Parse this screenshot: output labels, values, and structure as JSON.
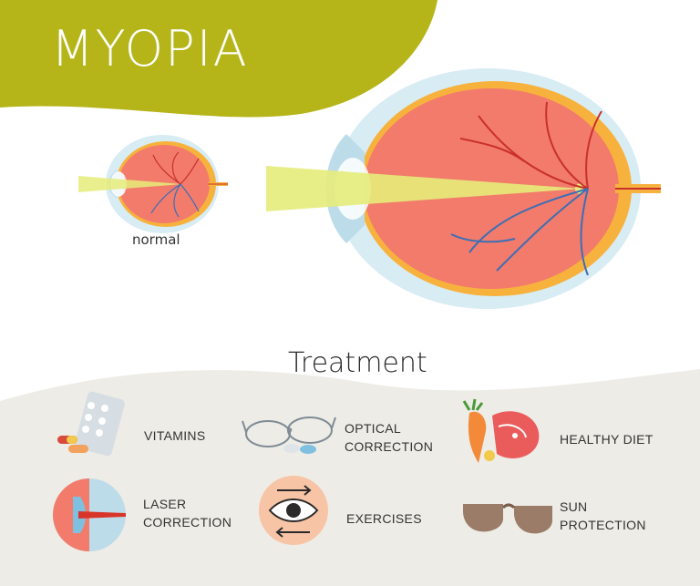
{
  "header": {
    "title": "MYOPIA"
  },
  "diagram": {
    "normal_label": "normal"
  },
  "treatment": {
    "title": "Treatment",
    "items": [
      {
        "line1": "VITAMINS",
        "line2": ""
      },
      {
        "line1": "OPTICAL",
        "line2": "CORRECTION"
      },
      {
        "line1": "HEALTHY DIET",
        "line2": ""
      },
      {
        "line1": "LASER",
        "line2": "CORRECTION"
      },
      {
        "line1": "EXERCISES",
        "line2": ""
      },
      {
        "line1": "SUN",
        "line2": "PROTECTION"
      }
    ]
  },
  "colors": {
    "banner": "#b5b51a",
    "eye_inner": "#f27b6b",
    "eye_sclera": "#f7b23e",
    "vein_blue": "#3b6fb6",
    "vein_red": "#c9302c",
    "light_beam": "#e6ec7a",
    "panel_bg": "#eeece6"
  }
}
